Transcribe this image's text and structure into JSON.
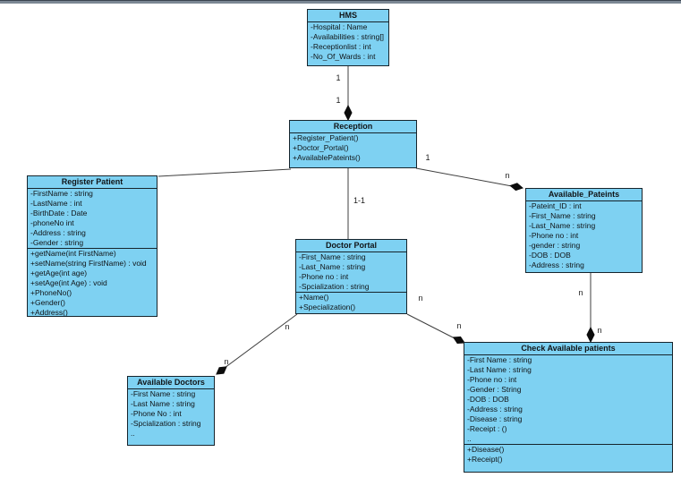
{
  "app": {
    "title": "HMS UML Class Diagram",
    "colors": {
      "class_fill": "#7ed1f2",
      "class_border": "#16242c",
      "connector": "#3f3f3f",
      "top_bar": "#7b8794",
      "canvas_bg": "#ffffff"
    }
  },
  "classes": [
    {
      "id": "hms",
      "name": "HMS",
      "attributes": [
        "-Hospital : Name",
        "-Availabilities : string[]",
        "-Receptionlist : int",
        "-No_Of_Wards : int"
      ],
      "methods": []
    },
    {
      "id": "reception",
      "name": "Reception",
      "attributes": [],
      "methods": [
        "+Register_Patient()",
        "+Doctor_Portal()",
        "+AvailablePateints()"
      ]
    },
    {
      "id": "register_patient",
      "name": "Register Patient",
      "attributes": [
        "-FirstName : string",
        "-LastName : int",
        "-BirthDate : Date",
        "-phoneNo  int",
        "-Address : string",
        "-Gender : string"
      ],
      "methods": [
        "+getName(int FirstName)",
        "+setName(string FirstName) : void",
        "+getAge(int age)",
        "+setAge(int Age) : void",
        "+PhoneNo()",
        "+Gender()",
        "+Address()"
      ]
    },
    {
      "id": "available_pateints",
      "name": "Available_Pateints",
      "attributes": [
        "-Pateint_ID : int",
        "-First_Name : string",
        "-Last_Name : string",
        "-Phone no : int",
        "-gender : string",
        "-DOB : DOB",
        "-Address : string"
      ],
      "methods": []
    },
    {
      "id": "doctor_portal",
      "name": "Doctor Portal",
      "attributes": [
        "-First_Name : string",
        "-Last_Name : string",
        "-Phone no : int",
        "-Spcialization : string"
      ],
      "methods": [
        "+Name()",
        "+Specialization()"
      ]
    },
    {
      "id": "available_doctors",
      "name": "Available Doctors",
      "attributes": [
        "-First Name : string",
        "-Last Name : string",
        "-Phone No : int",
        "-Spcialization : string",
        ".."
      ],
      "methods": []
    },
    {
      "id": "check_available_patients",
      "name": "Check Available patients",
      "attributes": [
        "-First Name : string",
        "-Last Name : string",
        "-Phone no : int",
        "-Gender : String",
        "-DOB : DOB",
        "-Address : string",
        "-Disease : string",
        "-Receipt : ()",
        ".."
      ],
      "methods": [
        "+Disease()",
        "+Receipt()"
      ]
    }
  ],
  "relations": {
    "hms_reception": {
      "from": "1",
      "to": "1"
    },
    "reception_available": {
      "from": "1",
      "to": "n"
    },
    "reception_doctor": {
      "label": "1-1"
    },
    "doctor_availdoctors": {
      "from": "n",
      "to": "n"
    },
    "doctor_check": {
      "from": "n",
      "to": "n"
    },
    "available_check": {
      "from": "n",
      "to": "n"
    }
  }
}
